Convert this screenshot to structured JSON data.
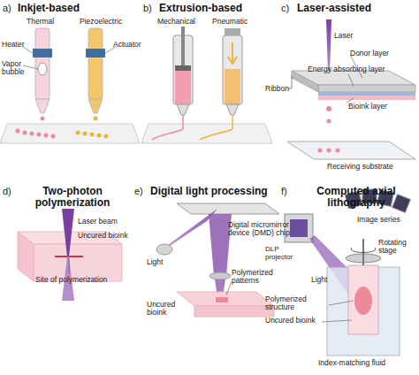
{
  "diagram": {
    "labels": [
      "a)",
      "Inkjet-based",
      "Thermal",
      "Piezoelectric",
      "Heater",
      "Actuator",
      "Vapor bubble",
      "b)",
      "Extrusion-based",
      "Mechanical",
      "Pneumatic",
      "c)",
      "Laser-assisted",
      "Laser",
      "Donor layer",
      "Energy absorbing layer",
      "Ribbon",
      "Bioink layer",
      "Receiving substrate",
      "d)",
      "Two-photon polymerization",
      "Laser beam",
      "Uncured bioink",
      "Site of polymerization",
      "e)",
      "Digital light processing",
      "Light",
      "Digital micromirror device (DMD) chip",
      "Polymerized patterns",
      "Uncured bioink",
      "f)",
      "Computed axial lithography",
      "Image series",
      "DLP projector",
      "Rotating stage",
      "Light",
      "Polymerized structure",
      "Uncured bioink",
      "Index-matching fluid"
    ]
  }
}
